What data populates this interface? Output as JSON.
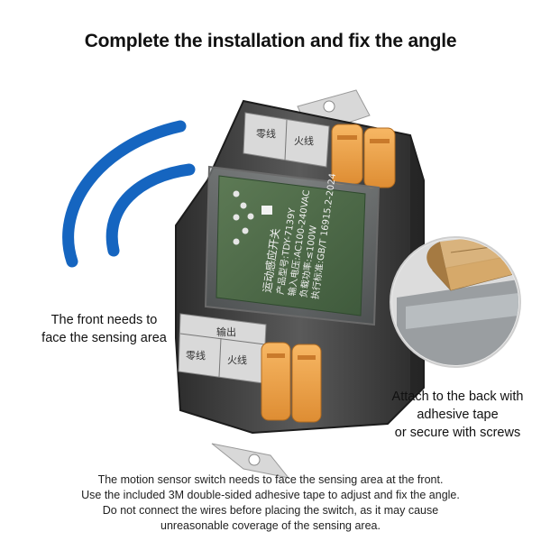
{
  "title": "Complete the installation and fix the angle",
  "callouts": {
    "front": [
      "The front needs to",
      "face the sensing area"
    ],
    "attach": [
      "Attach to the back with",
      "adhesive tape",
      "or secure with screws"
    ]
  },
  "device": {
    "top_labels": [
      "零线",
      "火线"
    ],
    "bottom_labels": [
      "输出",
      "零线",
      "火线"
    ],
    "board_lines": [
      "运动感应开关",
      "产品型号:TDY-7139Y",
      "输入电压:AC100-240VAC",
      "负载功率:≤100W",
      "执行标准:GB/T 16915.2-2024"
    ]
  },
  "instructions": [
    "The motion sensor switch needs to face the sensing area at the front.",
    "Use the included 3M double-sided adhesive tape to adjust and fix the angle.",
    "Do not connect the wires before placing the switch, as it may cause",
    "unreasonable coverage of the sensing area."
  ],
  "colors": {
    "wave": "#1565c0",
    "lever": "#f0a34a",
    "housing": "#3a3a3a",
    "board": "#4f6e4a"
  }
}
